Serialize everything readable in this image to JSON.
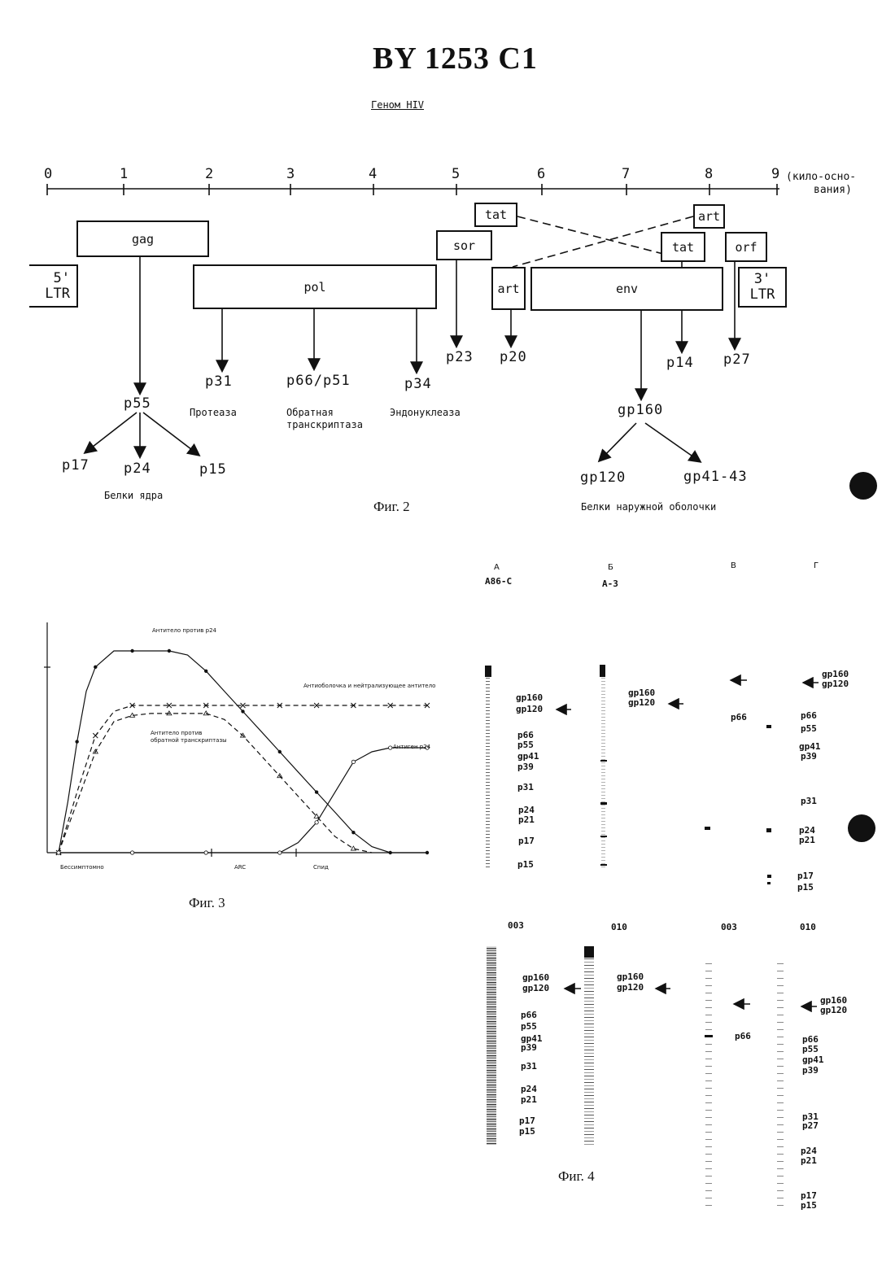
{
  "header": {
    "patent_number": "BY 1253 C1"
  },
  "fig2": {
    "title": "Геном HIV",
    "axis_ticks": [
      "0",
      "1",
      "2",
      "3",
      "4",
      "5",
      "6",
      "7",
      "8",
      "9"
    ],
    "axis_unit_line1": "(кило-осно-",
    "axis_unit_line2": "вания)",
    "genes": {
      "gag": "gag",
      "ltr5_line1": "5'",
      "ltr5_line2": "LTR",
      "pol": "pol",
      "sor": "sor",
      "tat_top": "tat",
      "art_top": "art",
      "tat_mid": "tat",
      "orf": "orf",
      "art_low": "art",
      "env": "env",
      "ltr3_line1": "3'",
      "ltr3_line2": "LTR"
    },
    "proteins": {
      "p55": "p55",
      "p17": "p17",
      "p24": "p24",
      "p15": "p15",
      "p31": "p31",
      "p66p51": "p66/p51",
      "p34": "p34",
      "p23": "p23",
      "p20": "p20",
      "p14": "p14",
      "p27": "p27",
      "gp160": "gp160",
      "gp120": "gp120",
      "gp41": "gp41-43"
    },
    "labels": {
      "protease": "Протеаза",
      "rt_line1": "Обратная",
      "rt_line2": "транскриптаза",
      "endonuclease": "Эндонуклеаза",
      "core": "Белки ядра",
      "envelope": "Белки наружной оболочки"
    },
    "caption": "Фиг. 2"
  },
  "fig3": {
    "caption": "Фиг. 3",
    "series_labels": {
      "anti_p24": "Антитело против p24",
      "anti_env": "Антиоболочка и нейтрализующее антитело",
      "anti_rt_line1": "Антитело против",
      "anti_rt_line2": "обратной транскриптазы",
      "antigen_p24": "Антиген p24"
    },
    "x_stage_labels": [
      "Бессимптомно",
      "ARC",
      "Спид"
    ],
    "chart_data": {
      "type": "line",
      "title": "",
      "xlabel": "",
      "ylabel": "",
      "x_categories": [
        "Бессимптомно",
        "ARC",
        "Спид"
      ],
      "series": [
        {
          "name": "Антитело против p24",
          "marker": "dot",
          "style": "solid",
          "x": [
            0,
            0.5,
            1,
            1.5,
            2,
            3,
            4,
            5,
            6,
            7,
            8,
            9,
            10,
            11,
            12,
            13,
            14,
            15,
            16,
            17,
            18,
            19,
            20
          ],
          "y": [
            0,
            25,
            55,
            80,
            92,
            100,
            100,
            100,
            100,
            98,
            90,
            80,
            70,
            60,
            50,
            40,
            30,
            20,
            10,
            3,
            0,
            0,
            0
          ]
        },
        {
          "name": "Антиоболочка и нейтрализующее антитело",
          "marker": "x",
          "style": "dashed",
          "x": [
            0,
            1,
            2,
            3,
            4,
            5,
            6,
            7,
            8,
            9,
            10,
            11,
            12,
            13,
            14,
            15,
            16,
            17,
            18,
            19,
            20
          ],
          "y": [
            0,
            30,
            58,
            70,
            73,
            73,
            73,
            73,
            73,
            73,
            73,
            73,
            73,
            73,
            73,
            73,
            73,
            73,
            73,
            73,
            73
          ]
        },
        {
          "name": "Антитело против обратной транскриптазы",
          "marker": "triangle",
          "style": "dashed",
          "x": [
            0,
            1,
            2,
            3,
            4,
            5,
            6,
            7,
            8,
            9,
            10,
            11,
            12,
            13,
            14,
            15,
            16,
            17
          ],
          "y": [
            0,
            25,
            50,
            65,
            68,
            69,
            69,
            69,
            69,
            66,
            58,
            48,
            38,
            28,
            18,
            8,
            2,
            0
          ]
        },
        {
          "name": "Антиген p24",
          "marker": "circle",
          "style": "solid",
          "x": [
            0,
            2,
            4,
            6,
            8,
            10,
            12,
            13,
            14,
            15,
            16,
            17,
            18,
            19,
            20
          ],
          "y": [
            0,
            0,
            0,
            0,
            0,
            0,
            0,
            5,
            15,
            30,
            45,
            50,
            52,
            52,
            52
          ]
        }
      ]
    }
  },
  "fig4": {
    "caption": "Фиг. 4",
    "top_headers": [
      {
        "letter": "А",
        "sample": "A86-C"
      },
      {
        "letter": "Б",
        "sample": "A-3"
      },
      {
        "letter": "В",
        "sample": ""
      },
      {
        "letter": "Г",
        "sample": ""
      }
    ],
    "bottom_headers": [
      "003",
      "010",
      "003",
      "010"
    ],
    "top_A_bands": [
      "gp160",
      "gp120",
      "p66",
      "p55",
      "gp41",
      "p39",
      "p31",
      "p24",
      "p21",
      "p17",
      "p15"
    ],
    "top_B_bands": [
      "gp160",
      "gp120"
    ],
    "top_V_bands": [
      "p66"
    ],
    "top_G_bands": [
      "gp160",
      "gp120",
      "p66",
      "p55",
      "gp41",
      "p39",
      "p31",
      "p24",
      "p21",
      "p17",
      "p15"
    ],
    "bot_A_bands": [
      "gp160",
      "gp120",
      "p66",
      "p55",
      "gp41",
      "p39",
      "p31",
      "p24",
      "p21",
      "p17",
      "p15"
    ],
    "bot_B_bands": [
      "gp160",
      "gp120"
    ],
    "bot_V_bands": [
      "p66"
    ],
    "bot_G_bands": [
      "gp160",
      "gp120",
      "p66",
      "p55",
      "gp41",
      "p39",
      "p31",
      "p27",
      "p24",
      "p21",
      "p17",
      "p15"
    ]
  }
}
